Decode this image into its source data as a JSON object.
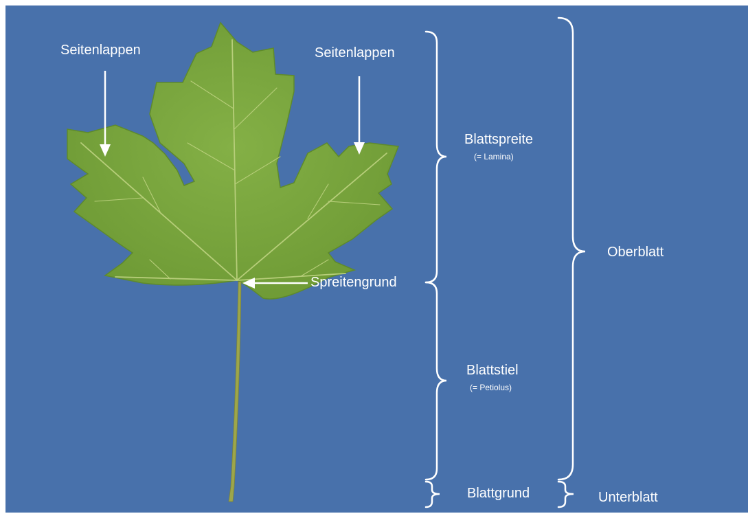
{
  "labels": {
    "lobe_left": "Seitenlappen",
    "lobe_right": "Seitenlappen",
    "lamina": "Blattspreite",
    "lamina_sub": "(= Lamina)",
    "blade_base": "Spreitengrund",
    "petiole": "Blattstiel",
    "petiole_sub": "(= Petiolus)",
    "leaf_base": "Blattgrund",
    "upper_leaf": "Oberblatt",
    "lower_leaf": "Unterblatt"
  },
  "colors": {
    "background": "#4871AB",
    "leaf": "#7AA63E",
    "leaf_edge": "#5E8A2C",
    "vein": "#B7CE7A",
    "stem": "#9DA64A",
    "annotation": "#FFFFFF"
  }
}
